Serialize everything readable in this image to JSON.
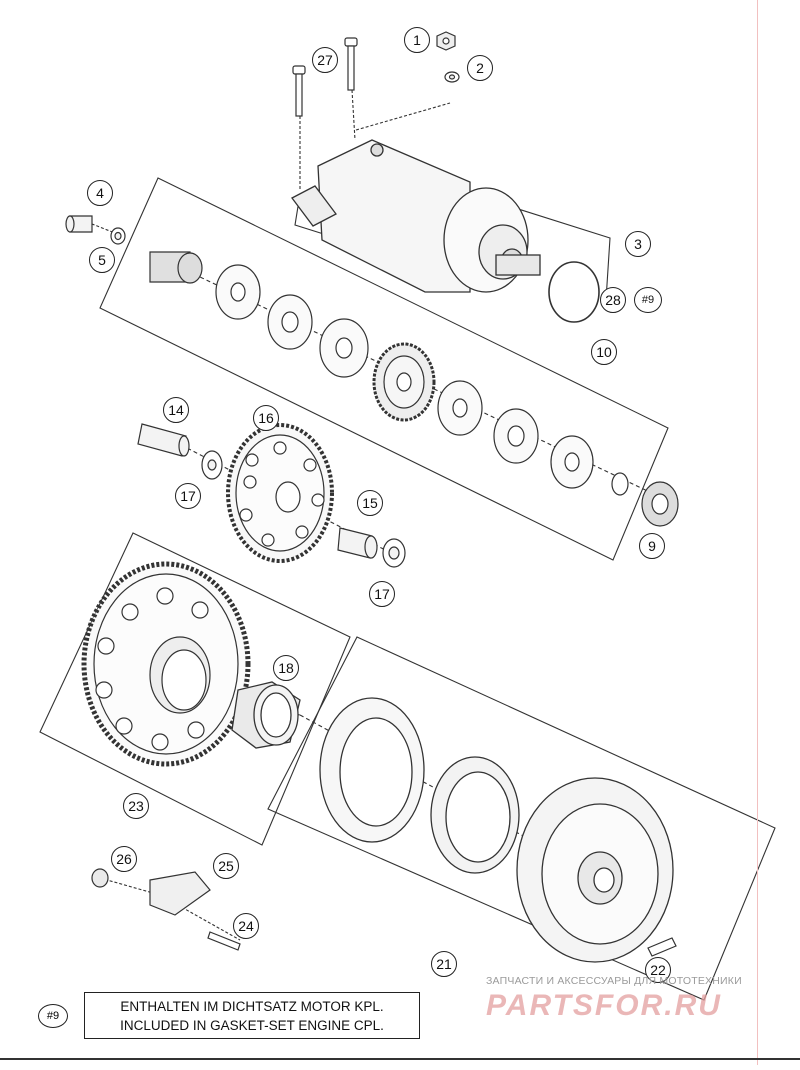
{
  "callouts": {
    "c1": "1",
    "c2": "2",
    "c3": "3",
    "c4": "4",
    "c5": "5",
    "c9": "9",
    "c10": "10",
    "c14": "14",
    "c15": "15",
    "c16": "16",
    "c17a": "17",
    "c17b": "17",
    "c18": "18",
    "c21": "21",
    "c22": "22",
    "c23": "23",
    "c24": "24",
    "c25": "25",
    "c26": "26",
    "c27": "27",
    "c28": "28"
  },
  "refs": {
    "r9": "#9"
  },
  "note": {
    "ref": "#9",
    "line1": "ENTHALTEN IM DICHTSATZ MOTOR KPL.",
    "line2": "INCLUDED IN GASKET-SET ENGINE CPL."
  },
  "watermark": {
    "top": "ЗАПЧАСТИ И АКСЕССУАРЫ ДЛЯ МОТОТЕХНИКИ",
    "logo": "PARTSFOR.RU"
  }
}
